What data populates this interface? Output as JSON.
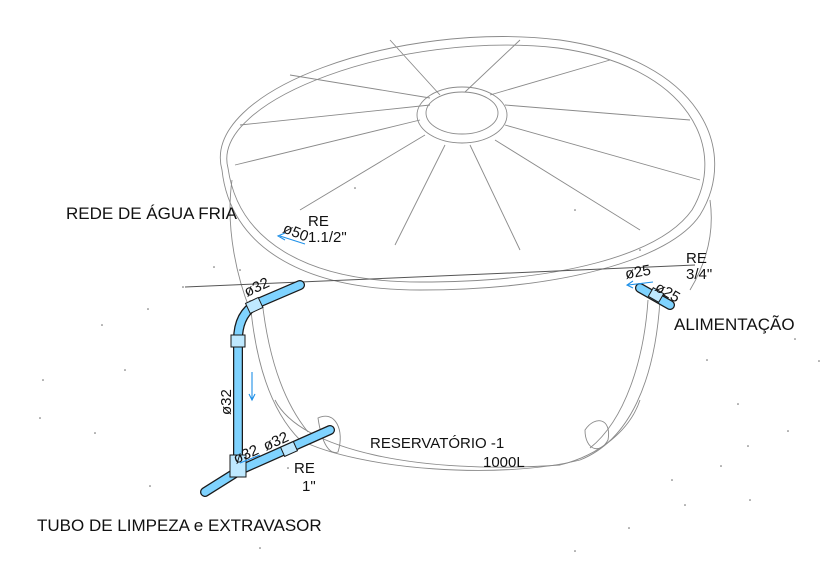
{
  "labels": {
    "rede_agua_fria": "REDE DE ÁGUA FRIA",
    "alimentacao": "ALIMENTAÇÃO",
    "tubo_limpeza": "TUBO DE LIMPEZA e EXTRAVASOR",
    "reservatorio_name": "RESERVATÓRIO -1",
    "reservatorio_capacity": "1000L"
  },
  "dimensions": {
    "re_top_1": "RE",
    "re_top_2": "1.1/2\"",
    "d50": "ø50",
    "d32_top": "ø32",
    "d32_vertical": "ø32",
    "d32_tee_a": "ø32",
    "d32_tee_b": "ø32",
    "re_bottom_1": "RE",
    "re_bottom_2": "1\"",
    "re_right_1": "RE",
    "re_right_2": "3/4\"",
    "d25_a": "ø25",
    "d25_b": "ø25"
  },
  "colors": {
    "pipe_fill": "#7fd3ff",
    "pipe_outline": "#1a1a1a",
    "flow_arrow": "#1e90e8",
    "tank_line": "#8a8a8a"
  }
}
